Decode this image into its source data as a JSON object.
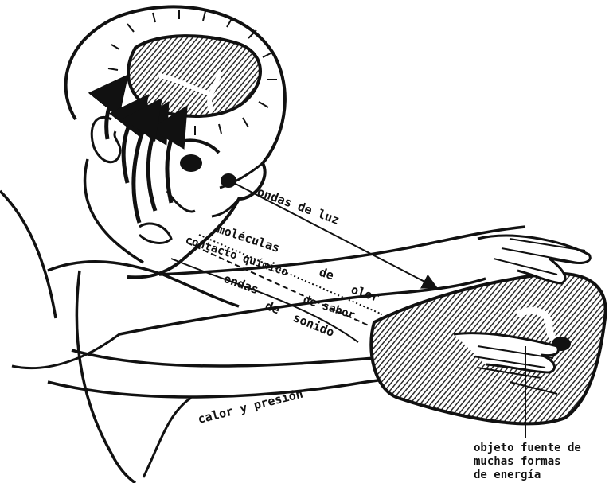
{
  "labels": {
    "light_waves": "ondas de luz",
    "molecules": "moléculas",
    "of": "de",
    "smell": "olor",
    "chemical_contact": "contacto químico",
    "of_flavor": "de sabor",
    "waves": "ondas",
    "of2": "de",
    "sound": "sonido",
    "heat_pressure": "calor y presión",
    "object_line1": "objeto fuente de",
    "object_line2": "muchas formas",
    "object_line3": "de energía"
  },
  "colors": {
    "ink": "#111111",
    "paper": "#ffffff",
    "hatch": "#2a2a2a"
  }
}
